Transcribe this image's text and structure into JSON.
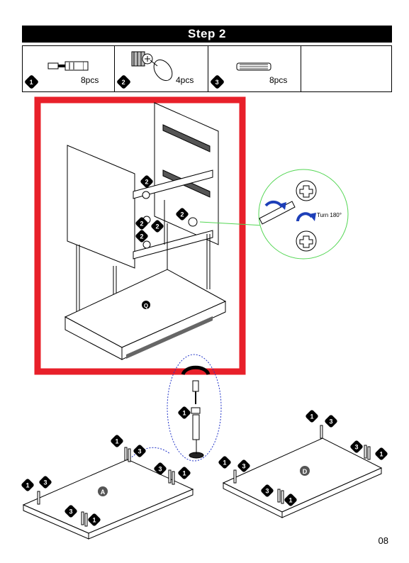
{
  "header": {
    "step_title": "Step 2"
  },
  "parts": [
    {
      "number": "1",
      "quantity": "8pcs",
      "icon": "cam-bolt-icon"
    },
    {
      "number": "2",
      "quantity": "4pcs",
      "icon": "cam-lock-icon"
    },
    {
      "number": "3",
      "quantity": "8pcs",
      "icon": "wooden-dowel-icon"
    },
    {
      "number": "",
      "quantity": "",
      "icon": ""
    }
  ],
  "callout": {
    "rotation_label": "Turn 180°"
  },
  "panels": {
    "base": "Q",
    "bottom_panel": "A",
    "top_panel": "D"
  },
  "badges": {
    "one": "1",
    "two": "2",
    "three": "3"
  },
  "colors": {
    "highlight_frame": "#e8202a",
    "callout_circle": "#53d653",
    "arrow_blue": "#1d3fb8",
    "zoom_ellipse": "#2234c8"
  },
  "page_number": "08"
}
